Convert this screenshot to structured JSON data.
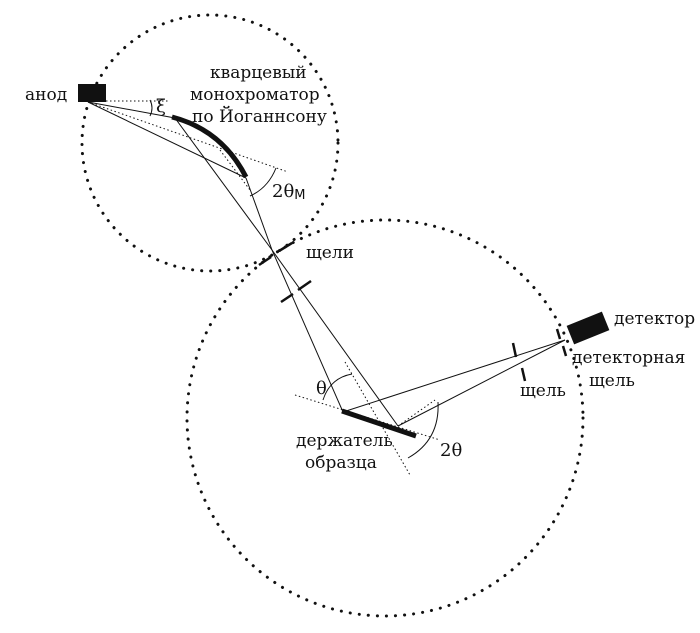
{
  "labels": {
    "anode": "анод",
    "mono_line1": "кварцевый",
    "mono_line2": "монохроматор",
    "mono_line3": "по Йоганнсону",
    "slits": "щели",
    "detector": "детектор",
    "det_slit_line1": "детекторная",
    "det_slit_line2": "щель",
    "slit": "щель",
    "holder_line1": "держатель",
    "holder_line2": "образца",
    "xi": "ξ",
    "two_theta_m_main": "2θ",
    "two_theta_m_sub": "M",
    "theta": "θ",
    "two_theta": "2θ"
  },
  "colors": {
    "ink": "#111111",
    "background": "#ffffff"
  }
}
